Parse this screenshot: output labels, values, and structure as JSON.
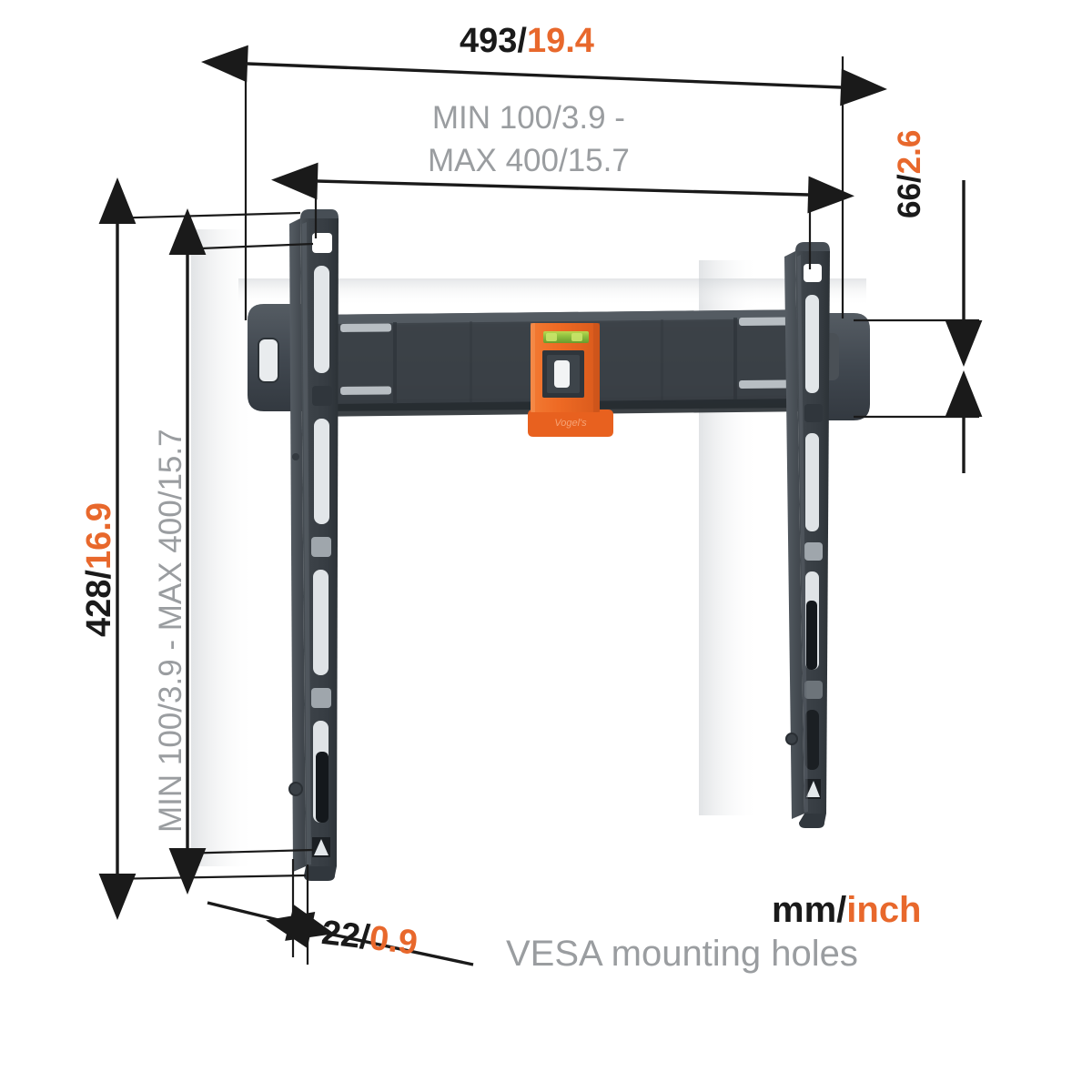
{
  "diagram": {
    "title": "TV wall mount technical dimension drawing",
    "units_note": {
      "mm_label": "mm",
      "separator": "/",
      "inch_label": "inch"
    },
    "legend_label": "VESA mounting holes",
    "dimensions": {
      "overall_width": {
        "mm": "493",
        "sep": "/",
        "inch": "19.4"
      },
      "vesa_width": {
        "line1": "MIN 100/3.9 -",
        "line2": "MAX 400/15.7"
      },
      "wall_plate_height": {
        "mm": "66",
        "sep": "/",
        "inch": "2.6"
      },
      "overall_height": {
        "mm": "428",
        "sep": "/",
        "inch": "16.9"
      },
      "vesa_height": {
        "text": "MIN 100/3.9 - MAX 400/15.7"
      },
      "depth": {
        "mm": "22",
        "sep": "/",
        "inch": "0.9"
      }
    },
    "colors": {
      "mm_black": "#1a1a1a",
      "inch_orange": "#e8682c",
      "gray_text": "#9a9da0",
      "product_dark": "#3f454b",
      "product_accent": "#ef6724",
      "level_green": "#8cbf3f"
    }
  }
}
